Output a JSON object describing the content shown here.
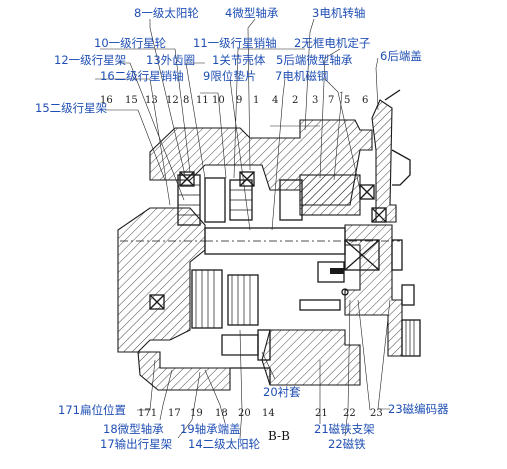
{
  "section_label": "B-B",
  "parts": [
    {
      "num": "1",
      "label": "1关节壳体"
    },
    {
      "num": "2",
      "label": "2无框电机定子"
    },
    {
      "num": "3",
      "label": "3电机转轴"
    },
    {
      "num": "4",
      "label": "4微型轴承"
    },
    {
      "num": "5",
      "label": "5后端微型轴承"
    },
    {
      "num": "6",
      "label": "6后端盖"
    },
    {
      "num": "7",
      "label": "7电机磁钢"
    },
    {
      "num": "8",
      "label": "8一级太阳轮"
    },
    {
      "num": "9",
      "label": "9限位垫片"
    },
    {
      "num": "10",
      "label": "10一级行星轮"
    },
    {
      "num": "11",
      "label": "11一级行星销轴"
    },
    {
      "num": "12",
      "label": "12一级行星架"
    },
    {
      "num": "13",
      "label": "13外齿圈"
    },
    {
      "num": "14",
      "label": "14二级太阳轮"
    },
    {
      "num": "15",
      "label": "15二级行星架"
    },
    {
      "num": "16",
      "label": "16二级行星销轴"
    },
    {
      "num": "17",
      "label": "17输出行星架"
    },
    {
      "num": "18",
      "label": "18微型轴承"
    },
    {
      "num": "19",
      "label": "19轴承端盖"
    },
    {
      "num": "20",
      "label": "20衬套"
    },
    {
      "num": "21",
      "label": "21磁铁支架"
    },
    {
      "num": "22",
      "label": "22磁铁"
    },
    {
      "num": "23",
      "label": "23磁编码器"
    },
    {
      "num": "171",
      "label": "171扁位位置"
    }
  ],
  "top_numbers": [
    "16",
    "15",
    "13",
    "12",
    "8",
    "11",
    "10",
    "9",
    "1",
    "4",
    "2",
    "3",
    "7",
    "5",
    "6"
  ],
  "bottom_numbers": [
    "171",
    "17",
    "19",
    "18",
    "20",
    "14",
    "21",
    "22",
    "23"
  ],
  "colors": {
    "label": "#1f4fb4",
    "line": "#1a1a1a"
  }
}
